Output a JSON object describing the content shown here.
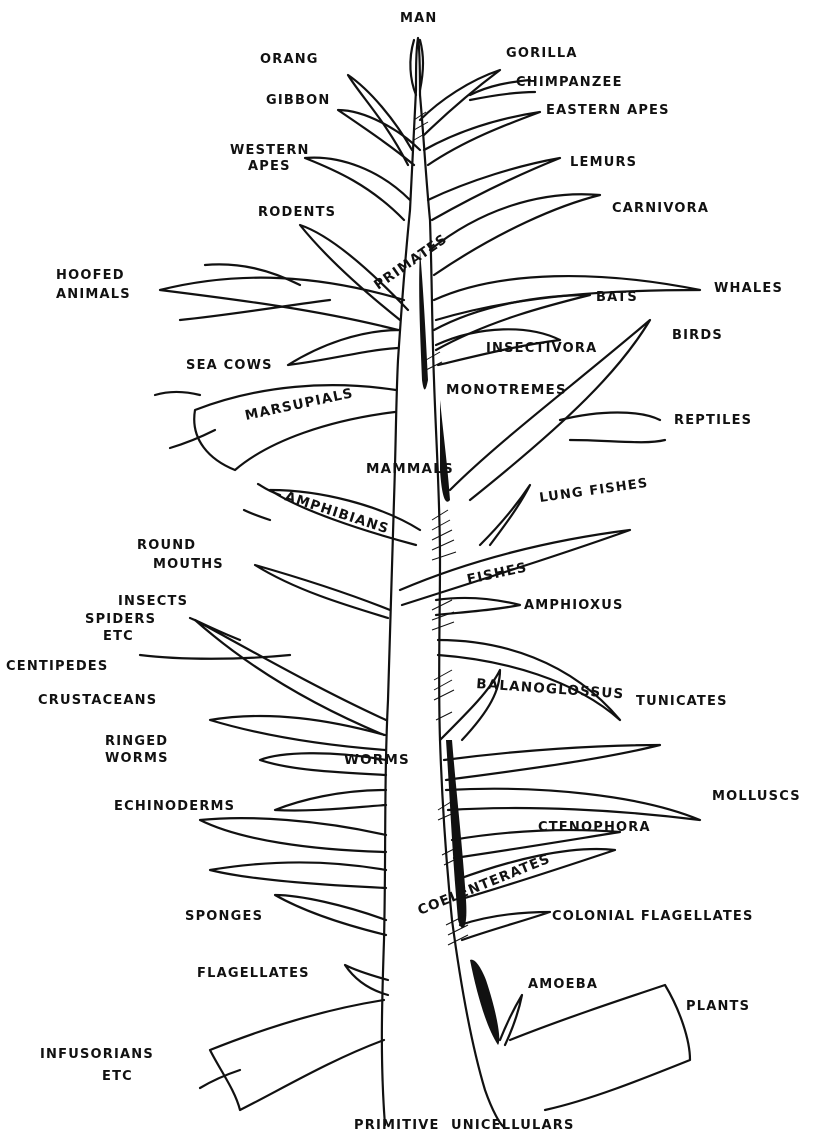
{
  "labels": {
    "man": "MAN",
    "orang": "ORANG",
    "gorilla": "GORILLA",
    "chimpanzee": "CHIMPANZEE",
    "gibbon": "GIBBON",
    "eastern_apes": "EASTERN APES",
    "western_apes_1": "WESTERN",
    "western_apes_2": "APES",
    "lemurs": "LEMURS",
    "rodents": "RODENTS",
    "carnivora": "CARNIVORA",
    "primates": "PRIMATES",
    "hoofed_animals_1": "HOOFED",
    "hoofed_animals_2": "ANIMALS",
    "whales": "WHALES",
    "bats": "BATS",
    "birds": "BIRDS",
    "insectivora": "INSECTIVORA",
    "sea_cows": "SEA COWS",
    "monotremes": "MONOTREMES",
    "marsupials": "MARSUPIALS",
    "reptiles": "REPTILES",
    "mammals": "MAMMALS",
    "lung_fishes": "LUNG FISHES",
    "amphibians": "AMPHIBIANS",
    "round_mouths_1": "ROUND",
    "round_mouths_2": "MOUTHS",
    "fishes": "FISHES",
    "insects": "INSECTS",
    "amphioxus": "AMPHIOXUS",
    "spiders_1": "SPIDERS",
    "spiders_2": "ETC",
    "centipedes": "CENTIPEDES",
    "balanoglossus": "BALANOGLOSSUS",
    "crustaceans": "CRUSTACEANS",
    "tunicates": "TUNICATES",
    "ringed_worms_1": "RINGED",
    "ringed_worms_2": "WORMS",
    "worms": "WORMS",
    "molluscs": "MOLLUSCS",
    "echinoderms": "ECHINODERMS",
    "ctenophora": "CTENOPHORA",
    "coelenterates": "COELENTERATES",
    "sponges": "SPONGES",
    "colonial_flagellates": "COLONIAL FLAGELLATES",
    "flagellates": "FLAGELLATES",
    "amoeba": "AMOEBA",
    "plants": "PLANTS",
    "infusorians_1": "INFUSORIANS",
    "infusorians_2": "ETC",
    "primitive_unicellulars": "PRIMITIVE  UNICELLULARS"
  },
  "colors": {
    "ink": "#111111",
    "paper": "#ffffff"
  }
}
